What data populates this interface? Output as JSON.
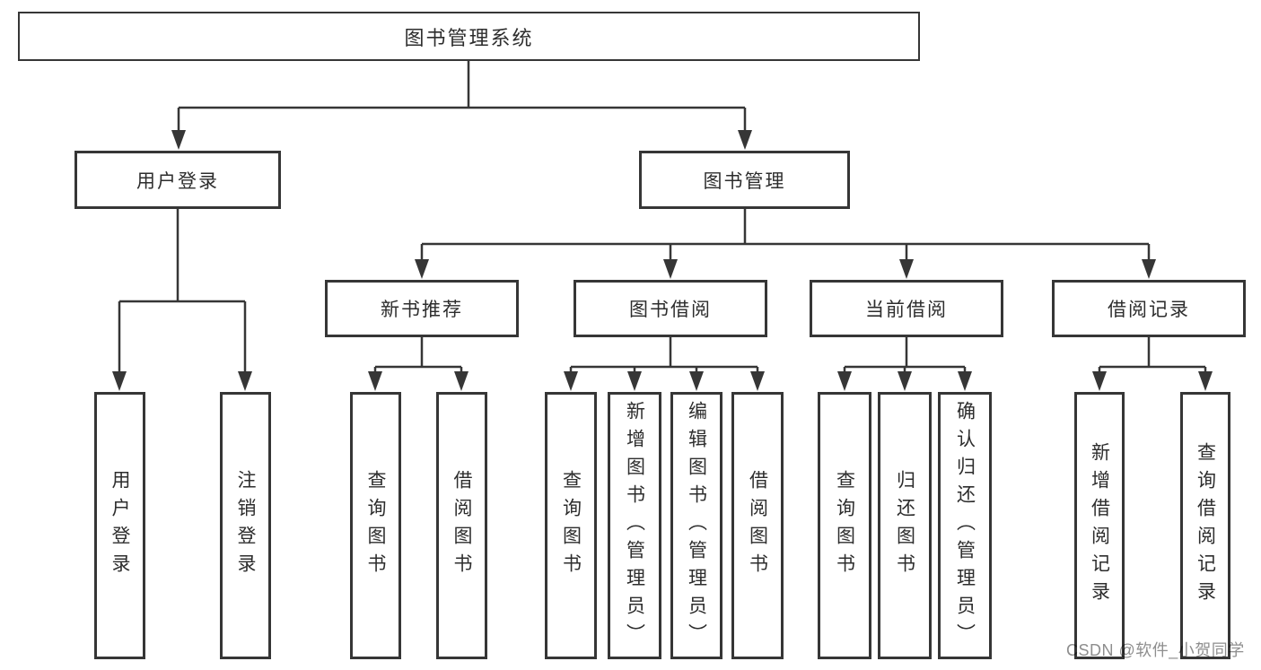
{
  "diagram": {
    "root": {
      "label": "图书管理系统"
    },
    "branches": [
      {
        "label": "用户登录",
        "children": [
          {
            "label": "用户登录"
          },
          {
            "label": "注销登录"
          }
        ]
      },
      {
        "label": "图书管理",
        "sections": [
          {
            "label": "新书推荐",
            "children": [
              {
                "label": "查询图书"
              },
              {
                "label": "借阅图书"
              }
            ]
          },
          {
            "label": "图书借阅",
            "children": [
              {
                "label": "查询图书"
              },
              {
                "label": "新增图书（管理员）"
              },
              {
                "label": "编辑图书（管理员）"
              },
              {
                "label": "借阅图书"
              }
            ]
          },
          {
            "label": "当前借阅",
            "children": [
              {
                "label": "查询图书"
              },
              {
                "label": "归还图书"
              },
              {
                "label": "确认归还（管理员）"
              }
            ]
          },
          {
            "label": "借阅记录",
            "children": [
              {
                "label": "新增借阅记录"
              },
              {
                "label": "查询借阅记录"
              }
            ]
          }
        ]
      }
    ],
    "watermark": "CSDN @软件_小贺同学",
    "colors": {
      "line": "#363636",
      "text": "#2d2d2d",
      "watermark": "#8e8e8e",
      "background": "#ffffff"
    }
  }
}
